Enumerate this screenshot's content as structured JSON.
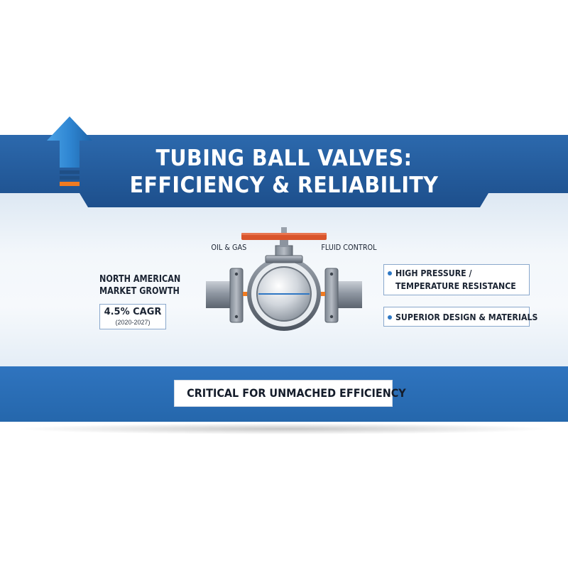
{
  "title_line1": "TUBING BALL VALVES:",
  "title_line2": "EFFICIENCY & RELIABILITY",
  "growth": {
    "label_line1": "NORTH AMERICAN",
    "label_line2": "MARKET GROWTH",
    "cagr": "4.5% CAGR",
    "period": "(2020-2027)"
  },
  "valve": {
    "left_label": "OIL & GAS",
    "right_label": "FLUID CONTROL"
  },
  "features": [
    {
      "line1": "HIGH PRESSURE /",
      "line2": "TEMPERATURE RESISTANCE"
    },
    {
      "line1": "SUPERIOR DESIGN & MATERIALS"
    }
  ],
  "cta": "CRITICAL FOR UNMACHED EFFICIENCY",
  "colors": {
    "band_blue": "#1d4f8c",
    "bottom_blue": "#2567ac",
    "arrow_blue": "#3a8fd6",
    "handle_orange": "#d9542b",
    "accent_orange": "#f07b22"
  }
}
